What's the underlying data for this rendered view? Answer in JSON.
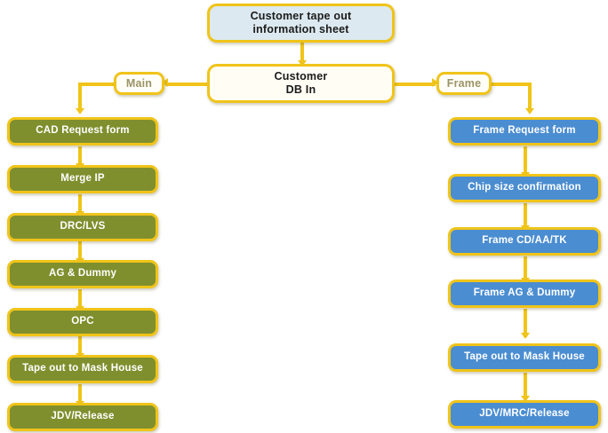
{
  "diagram": {
    "title_node": {
      "label_line1": "Customer tape out",
      "label_line2": "information  sheet"
    },
    "hub_node": {
      "label_line1": "Customer",
      "label_line2": "DB In"
    },
    "branch_labels": {
      "left": "Main",
      "right": "Frame"
    },
    "left_branch": {
      "name": "Main",
      "steps": [
        {
          "label": "CAD Request form"
        },
        {
          "label": "Merge  IP"
        },
        {
          "label": "DRC/LVS"
        },
        {
          "label": "AG & Dummy"
        },
        {
          "label": "OPC"
        },
        {
          "label": "Tape out  to  Mask  House"
        },
        {
          "label": "JDV/Release"
        }
      ]
    },
    "right_branch": {
      "name": "Frame",
      "steps": [
        {
          "label": "Frame Request  form"
        },
        {
          "label": "Chip size confirmation"
        },
        {
          "label": "Frame CD/AA/TK"
        },
        {
          "label": "Frame AG & Dummy"
        },
        {
          "label": "Tape out  to  Mask House"
        },
        {
          "label": "JDV/MRC/Release"
        }
      ]
    },
    "colors": {
      "border": "#f0c419",
      "connector": "#f0c419",
      "left_fill": "#7f8f2e",
      "right_fill": "#4b8dd1",
      "title_fill": "#dce9f0",
      "hub_fill": "#fffdf4",
      "tag_text": "#9a9467",
      "node_text": "#ffffff",
      "background": "#ffffff"
    }
  }
}
